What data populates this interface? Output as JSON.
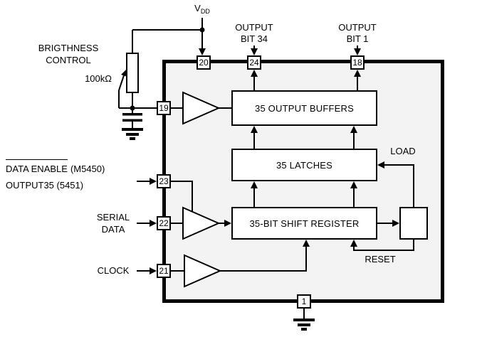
{
  "diagram": {
    "type": "block-diagram",
    "labels": {
      "vdd_v": "V",
      "vdd_sub": "DD",
      "brightness_line1": "BRIGTHNESS",
      "brightness_line2": "CONTROL",
      "resistor_value": "100kΩ",
      "output_bit34_line1": "OUTPUT",
      "output_bit34_line2": "BIT 34",
      "output_bit1_line1": "OUTPUT",
      "output_bit1_line2": "BIT 1",
      "data_enable": "DATA ENABLE",
      "data_enable_suffix": "(M5450)",
      "output35": "OUTPUT35 (5451)",
      "serial_line1": "SERIAL",
      "serial_line2": "DATA",
      "clock": "CLOCK",
      "load": "LOAD",
      "reset": "RESET"
    },
    "blocks": {
      "output_buffers": "35 OUTPUT BUFFERS",
      "latches": "35 LATCHES",
      "shift_register": "35-BIT SHIFT REGISTER"
    },
    "pins": {
      "p20": "20",
      "p24": "24",
      "p18": "18",
      "p19": "19",
      "p23": "23",
      "p22": "22",
      "p21": "21",
      "p1": "1"
    },
    "colors": {
      "chip_fill": "#f3f3f3",
      "block_fill": "#ffffff",
      "line": "#000000"
    }
  }
}
